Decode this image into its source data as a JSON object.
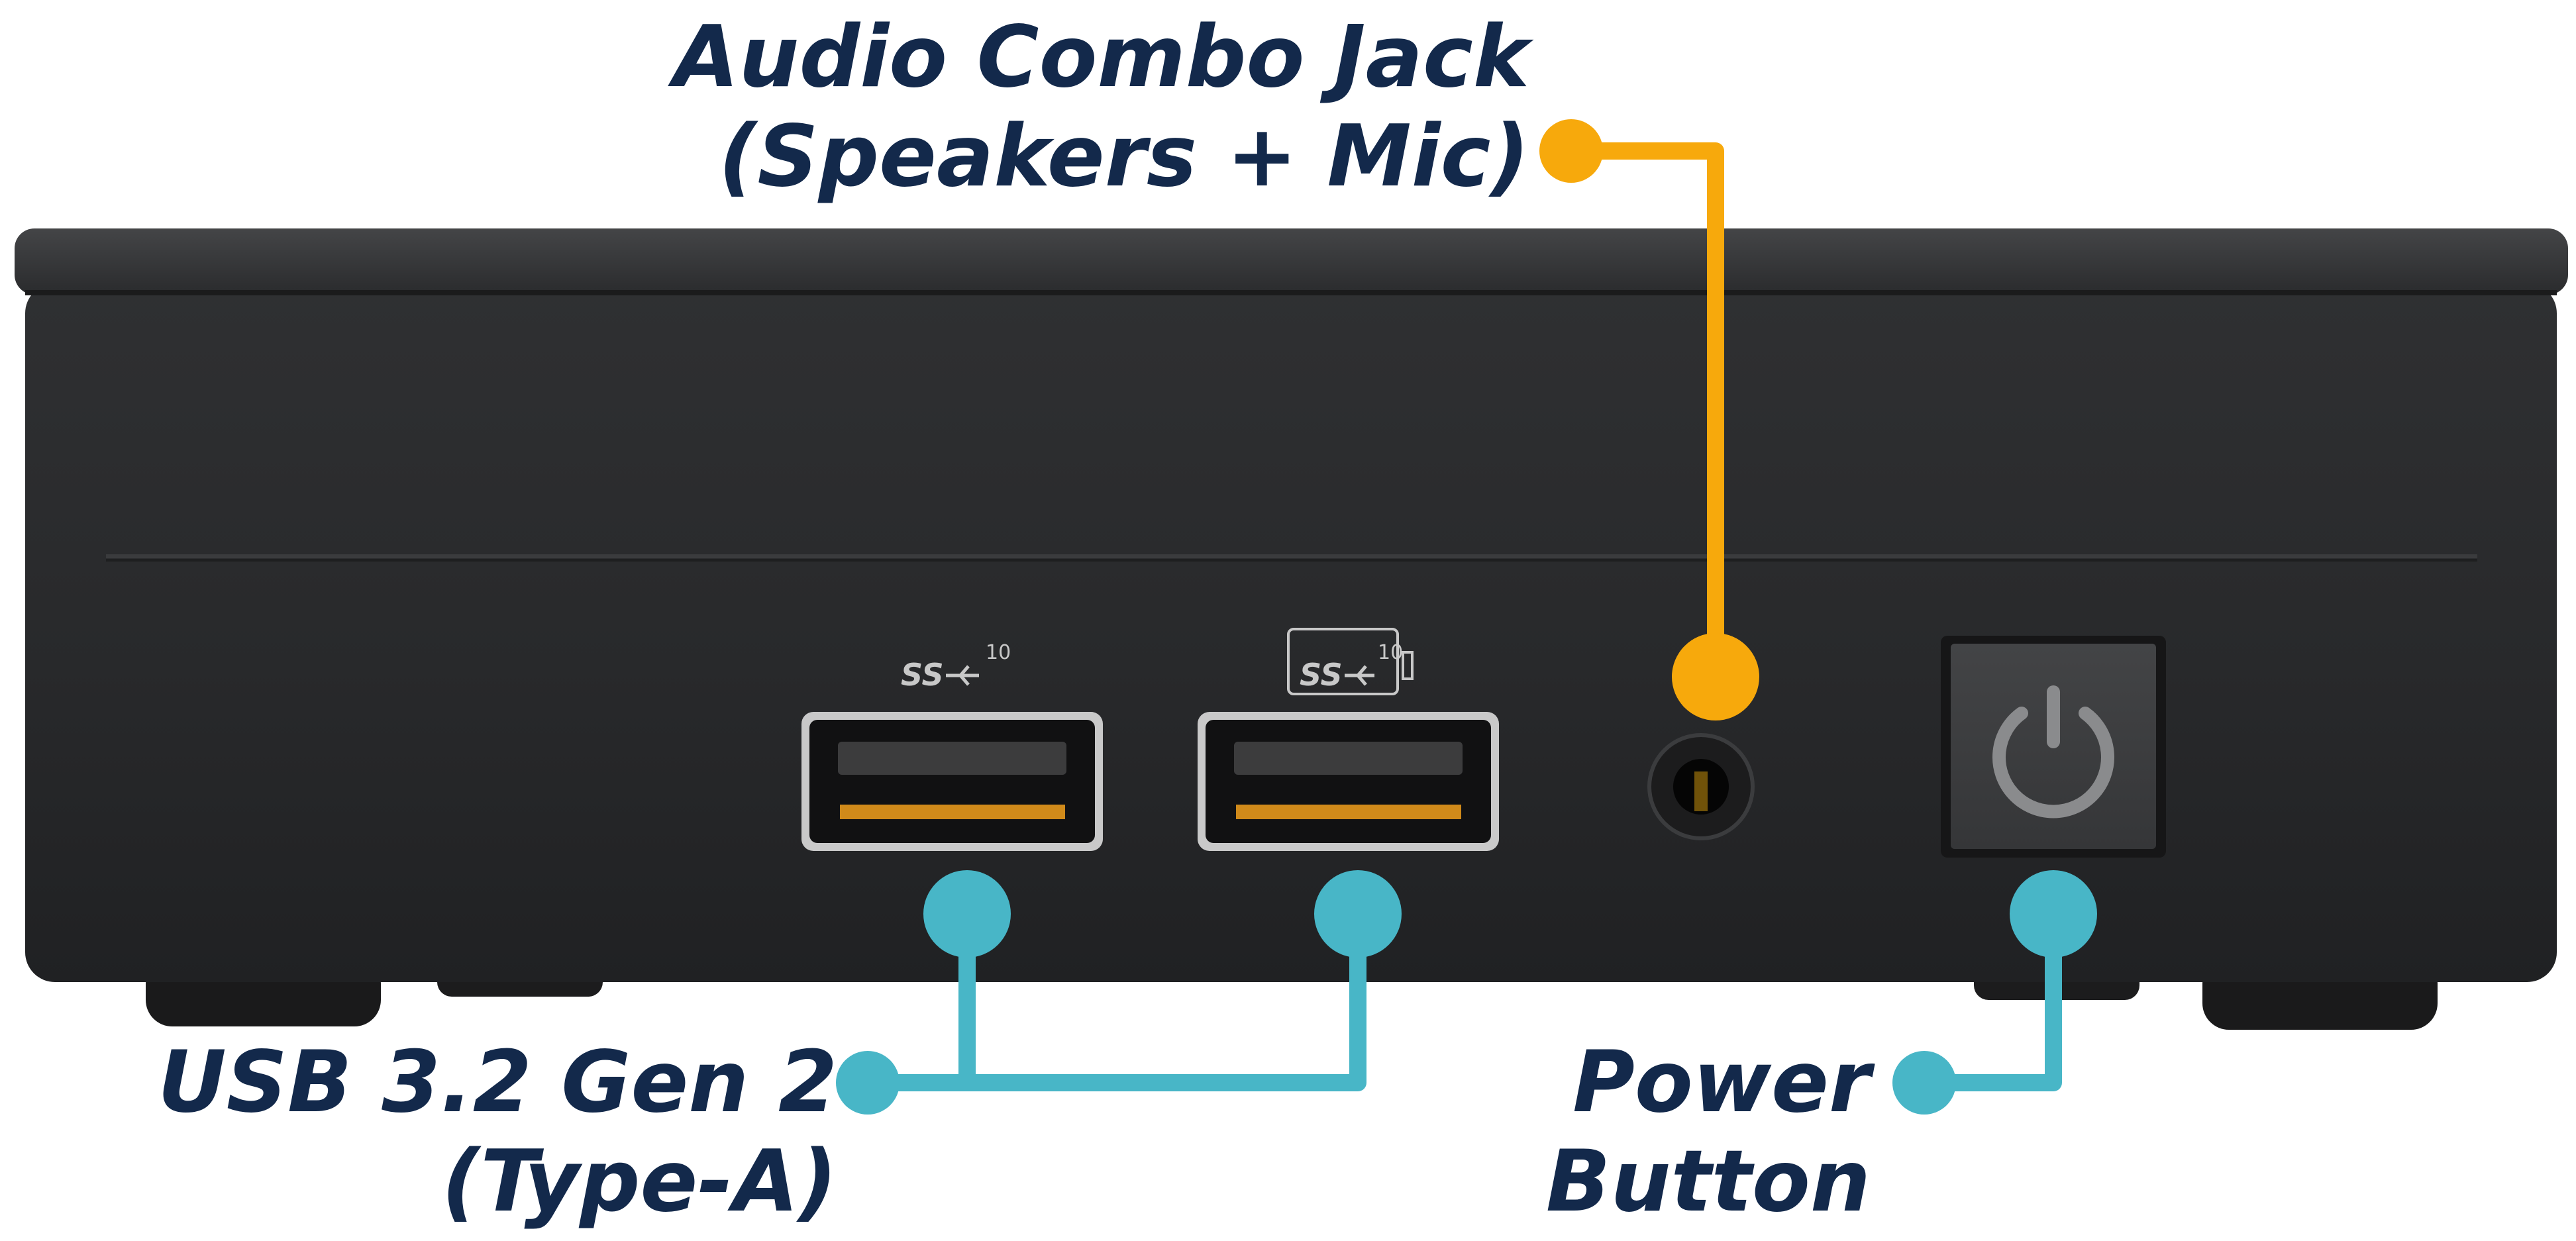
{
  "colors": {
    "background": "#ffffff",
    "label_text": "#13294b",
    "audio_leader": "#f7a90c",
    "usb_leader": "#48b6c7",
    "power_leader": "#48b6c7",
    "device_body": "#2b2c2e",
    "device_lid": "#333436",
    "port_tongue": "#d08a1a",
    "power_button": "#3b3c3e",
    "power_icon": "#8a8b8d"
  },
  "callouts": {
    "audio": {
      "line1": "Audio Combo Jack",
      "line2": "(Speakers + Mic)"
    },
    "usb": {
      "line1": "USB 3.2 Gen 2",
      "line2": "(Type-A)"
    },
    "power": {
      "line1": "Power",
      "line2": "Button"
    }
  },
  "port_markings": {
    "usb_left_logo": "SS",
    "usb_left_speed": "10",
    "usb_right_logo": "SS",
    "usb_right_speed": "10"
  },
  "icons": {
    "usb_logo": "usb-superspeed-10-icon",
    "power": "power-icon"
  }
}
